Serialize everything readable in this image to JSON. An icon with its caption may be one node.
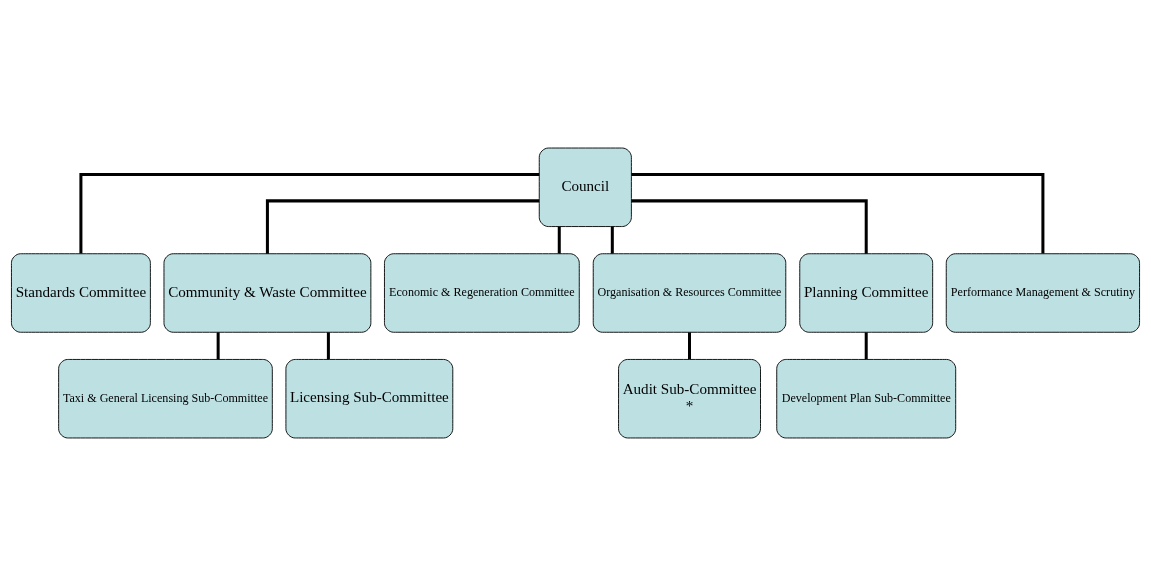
{
  "diagram": {
    "nodes": [
      {
        "text": [
          "Council"
        ]
      },
      {
        "text": [
          "Standards Committee"
        ]
      },
      {
        "text": [
          "Community & Waste Committee"
        ]
      },
      {
        "text": [
          "Economic & Regeneration Committee"
        ]
      },
      {
        "text": [
          "Organisation & Resources Committee"
        ]
      },
      {
        "text": [
          "Planning Committee"
        ]
      },
      {
        "text": [
          "Performance Management & Scrutiny"
        ]
      },
      {
        "text": [
          "Taxi & General Licensing Sub-Committee"
        ]
      },
      {
        "text": [
          "Licensing Sub-Committee"
        ]
      },
      {
        "text": [
          "Audit Sub-Committee",
          "*"
        ]
      },
      {
        "text": [
          "Development Plan Sub-Committee"
        ]
      }
    ],
    "edges": [
      {
        "from": 0,
        "to": 1,
        "arrow": "none"
      },
      {
        "from": 0,
        "to": 2,
        "arrow": "none"
      },
      {
        "from": 0,
        "to": 3,
        "arrow": "none"
      },
      {
        "from": 0,
        "to": 4,
        "arrow": "none"
      },
      {
        "from": 0,
        "to": 5,
        "arrow": "none"
      },
      {
        "from": 0,
        "to": 6,
        "arrow": "none"
      },
      {
        "from": 2,
        "to": 7,
        "arrow": "none"
      },
      {
        "from": 2,
        "to": 8,
        "arrow": "none"
      },
      {
        "from": 4,
        "to": 9,
        "arrow": "none"
      },
      {
        "from": 5,
        "to": 10,
        "arrow": "none"
      }
    ]
  }
}
